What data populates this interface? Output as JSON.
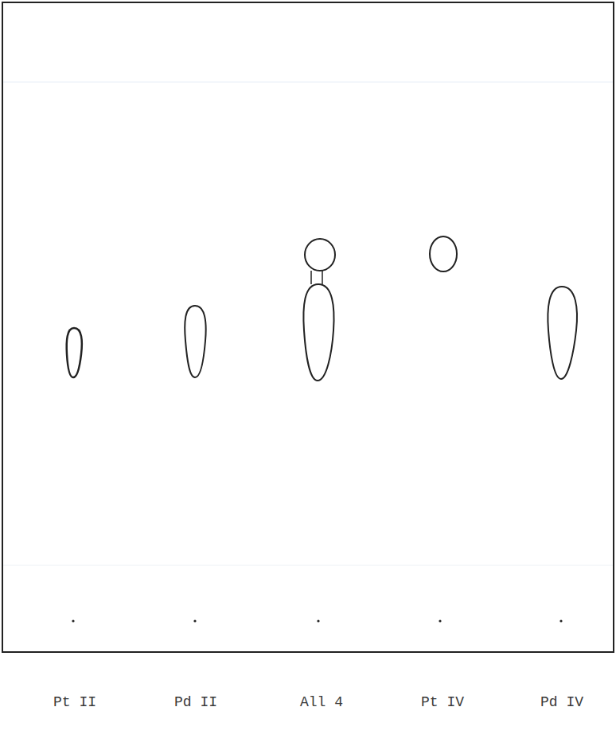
{
  "diagram": {
    "labels": [
      "Pt II",
      "Pd II",
      "All 4",
      "Pt IV",
      "Pd IV"
    ]
  }
}
